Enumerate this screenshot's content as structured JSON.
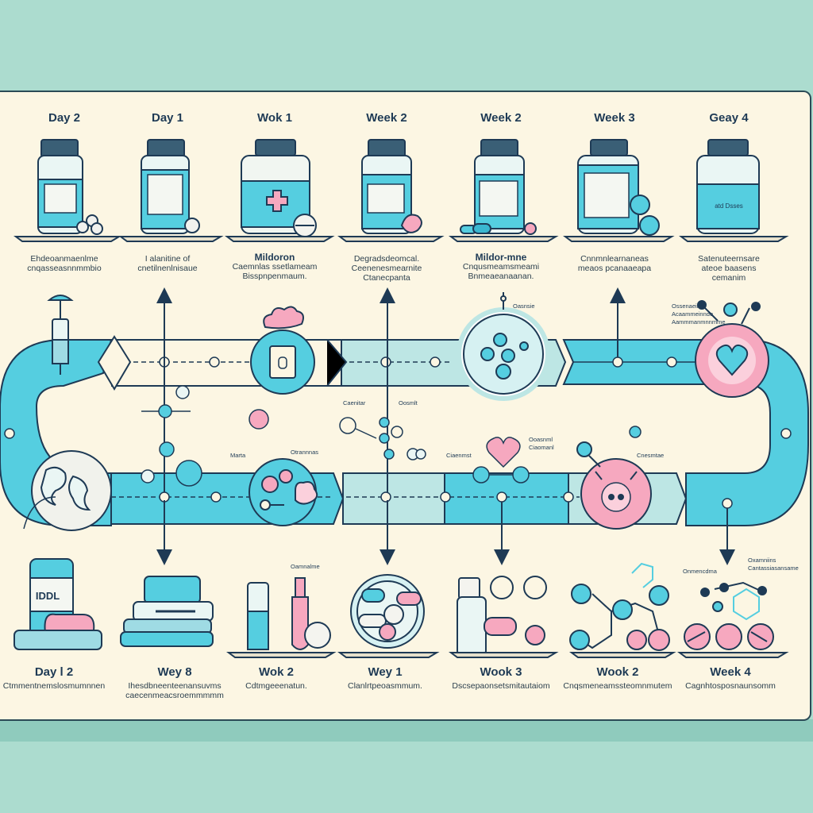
{
  "top": [
    {
      "label": "Day 2",
      "note": [
        "Ehdeoanmaenlme",
        "cnqasseasnnmmbio"
      ]
    },
    {
      "label": "Day 1",
      "note": [
        "I alanitine of",
        "cnetilnenlnisaue"
      ]
    },
    {
      "label": "Wok 1",
      "note": [
        "Mildoron",
        "Caemnlas ssetlameam",
        "Bisspnpenmaum."
      ]
    },
    {
      "label": "Week 2",
      "note": [
        "Degradsdeomcal.",
        "Ceenenesmearnite",
        "Ctanecpanta"
      ]
    },
    {
      "label": "Week 2",
      "note": [
        "Mildor-mne",
        "Cnqusmeamsmeami",
        "Bnmeaeanaanan."
      ]
    },
    {
      "label": "Week 3",
      "note": [
        "Cnnmnlearnaneas",
        "meaos pcanaaeapa"
      ]
    },
    {
      "label": "Geay 4",
      "note": [
        "Satenuteernsare",
        "ateoe baasens",
        "cemanim"
      ]
    }
  ],
  "bottom": [
    {
      "label": "Day l 2",
      "note": [
        "Ctmmentnemslosmumnnen"
      ]
    },
    {
      "label": "Wey 8",
      "note": [
        "Ihesdbneenteenansuvms",
        "caecenmeacsroemmmmm"
      ]
    },
    {
      "label": "Wok 2",
      "note": [
        "Cdtmgeeenatun."
      ]
    },
    {
      "label": "Wey 1",
      "note": [
        "Clanlrtpeoasmmum."
      ]
    },
    {
      "label": "Wook 3",
      "note": [
        "Dscsepaonsetsmitautaiom"
      ]
    },
    {
      "label": "Wook 2",
      "note": [
        "Cnqsmeneamssteomnmutem"
      ]
    },
    {
      "label": "Week 4",
      "note": [
        "Cagnhtosposnaunsomm"
      ]
    }
  ],
  "labels": {
    "bottle_mid_text": "atd Dsses",
    "container_text": "IDDL",
    "annotation_top_right": [
      "Ossenaeine",
      "Acaammeinnde",
      "Aammmanmnnmme"
    ],
    "annotation_mid_right": "Cnesmtae",
    "annotation_br": [
      "Oxamniins",
      "Cantassiasansame",
      "Onmencdma"
    ],
    "annotation_bm": "Oamnalme",
    "ann_mid_1": "Oasnsie",
    "ann_mid_2": "Caenitar",
    "ann_mid_3": "Oosmlt",
    "ann_mid_4": "Ciaenmst",
    "ann_pink_1": "Ooasnml",
    "ann_pink_2": "Ciaomanl",
    "ann_left": "Marta",
    "ann_glass": "Otrannnas"
  },
  "colors": {
    "teal": "#55cee0",
    "pink": "#f6a8bf",
    "navy": "#1e3a55",
    "cream": "#fcf6e3",
    "bg": "#acdccf"
  }
}
